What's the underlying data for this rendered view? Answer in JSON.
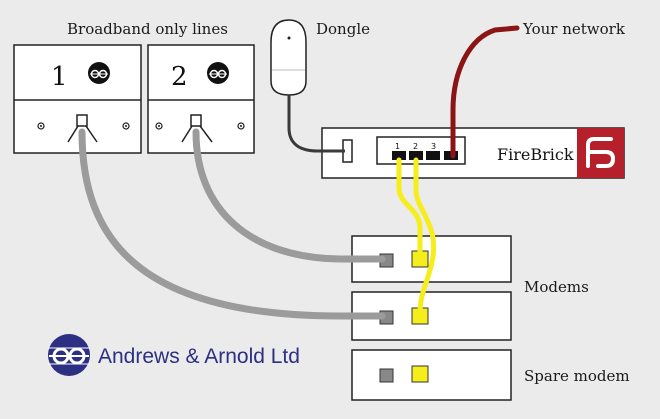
{
  "labels": {
    "broadband_lines": "Broadband only lines",
    "dongle": "Dongle",
    "your_network": "Your network",
    "modems": "Modems",
    "spare_modem": "Spare modem",
    "company": "Andrews & Arnold Ltd"
  },
  "lines": [
    {
      "number": "1"
    },
    {
      "number": "2"
    }
  ],
  "firebrick": {
    "name": "FireBrick",
    "ports": [
      "1",
      "2",
      "3"
    ]
  },
  "colors": {
    "background": "#ebebeb",
    "grey_cable": "#9b9b9b",
    "yellow_cable": "#f5ee1c",
    "red_cable": "#8b1414",
    "firebrick_red": "#b5202a",
    "aa_blue": "#2c2f82"
  }
}
